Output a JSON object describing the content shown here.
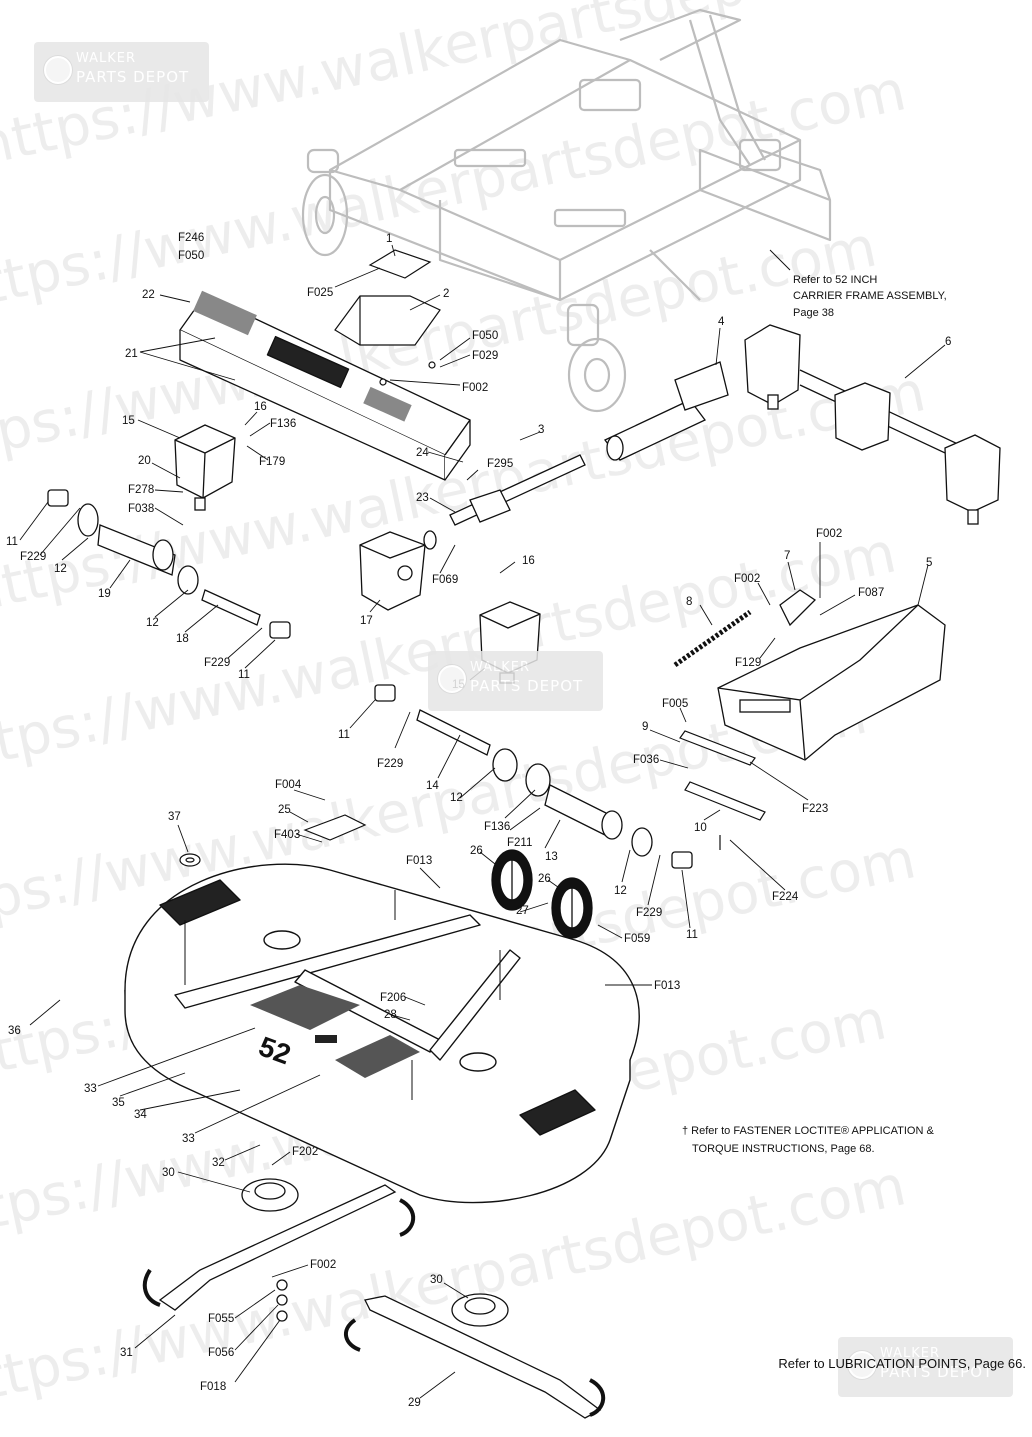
{
  "watermark": {
    "url_fragments": [
      "https://www.walkerpartsdepot.com",
      "https://www.walkerpartsdepot.com",
      "https://www.walkerpartsdepot.com",
      "https://www.walkerpartsdepot.com",
      "https://www.walkerpartsdepot.com",
      "https://www.walkerpartsdepot.com",
      "https://www.walkerpartsdepot.com",
      "https://www.walkerpartsdepot.com",
      "https://www.walkerpartsdepot.com"
    ],
    "badge_line1": "WALKER",
    "badge_line2": "PARTS DEPOT"
  },
  "notes": {
    "carrier_frame": [
      "Refer to 52 INCH",
      "CARRIER FRAME ASSEMBLY,",
      "Page 38"
    ],
    "loctite": [
      "† Refer to FASTENER LOCTITE® APPLICATION &",
      "TORQUE INSTRUCTIONS, Page 68."
    ],
    "lubrication": "Refer to LUBRICATION POINTS, Page 66."
  },
  "deck_number": "52",
  "callouts": [
    "F246",
    "F050",
    "1",
    "F025",
    "22",
    "2",
    "21",
    "F050",
    "F029",
    "F002",
    "4",
    "6",
    "15",
    "16",
    "F136",
    "F179",
    "3",
    "24",
    "F295",
    "20",
    "F278",
    "F038",
    "23",
    "11",
    "F229",
    "12",
    "19",
    "12",
    "18",
    "F229",
    "11",
    "17",
    "F069",
    "16",
    "F002",
    "7",
    "F002",
    "F087",
    "5",
    "8",
    "F129",
    "15",
    "11",
    "F229",
    "14",
    "F005",
    "9",
    "F036",
    "F223",
    "12",
    "10",
    "F136",
    "F211",
    "13",
    "F224",
    "37",
    "F004",
    "25",
    "F403",
    "F013",
    "26",
    "26",
    "27",
    "12",
    "F229",
    "11",
    "F059",
    "F013",
    "F206",
    "28",
    "36",
    "33",
    "35",
    "34",
    "33",
    "32",
    "F202",
    "30",
    "F002",
    "F055",
    "31",
    "F056",
    "F018",
    "30",
    "29"
  ],
  "colors": {
    "line": "#111111",
    "ghost": "#bdbdbd",
    "watermark": "#c8c8c8"
  }
}
